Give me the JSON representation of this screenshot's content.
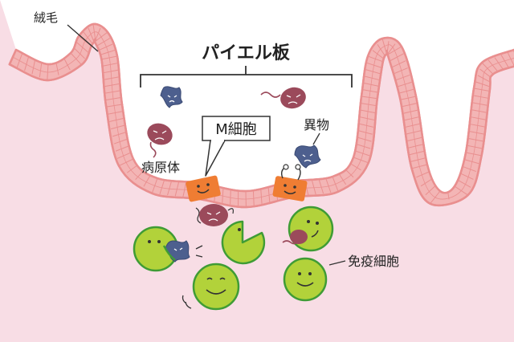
{
  "labels": {
    "villus": "絨毛",
    "peyers_patch": "パイエル板",
    "m_cell": "M細胞",
    "pathogen": "病原体",
    "foreign_body": "異物",
    "immune_cell": "免疫細胞"
  },
  "colors": {
    "tissue": "#f8dde5",
    "epithelium": "#f3b5b5",
    "epithelium_edge": "#e98f8f",
    "m_cell": "#ef7d33",
    "immune_cell": "#b2d23a",
    "immune_cell_edge": "#3f9c35",
    "pathogen_red": "#9b4a5b",
    "pathogen_blue": "#4d5f8e"
  }
}
